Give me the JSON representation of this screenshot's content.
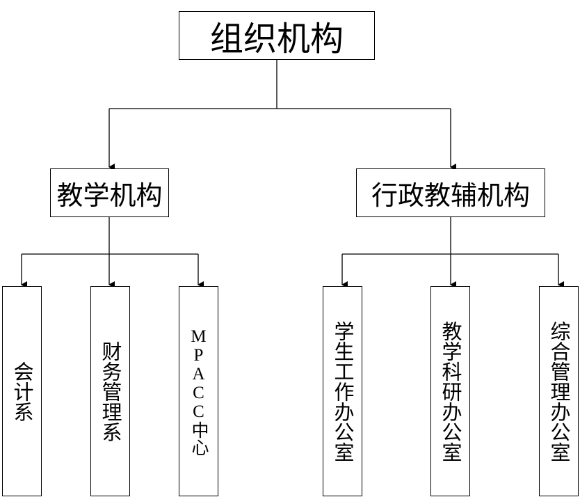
{
  "root": {
    "label": "组织机构"
  },
  "branches": [
    {
      "label": "教学机构",
      "children": [
        "会计系",
        "财务管理系",
        "MPACC中心"
      ]
    },
    {
      "label": "行政教辅机构",
      "children": [
        "学生工作办公室",
        "教学科研办公室",
        "综合管理办公室"
      ]
    }
  ]
}
